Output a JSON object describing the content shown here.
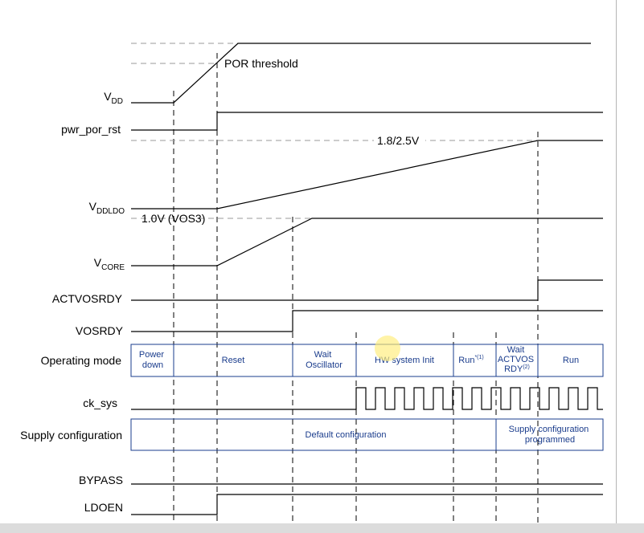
{
  "signals": {
    "vdd": {
      "base": "V",
      "sub": "DD"
    },
    "pwr_por_rst": "pwr_por_rst",
    "vddldo": {
      "base": "V",
      "sub": "DDLDO"
    },
    "vcore": {
      "base": "V",
      "sub": "CORE"
    },
    "actvosrdy": "ACTVOSRDY",
    "vosrdy": "VOSRDY",
    "operating_mode": "Operating mode",
    "ck_sys": "ck_sys",
    "supply_configuration": "Supply configuration",
    "bypass": "BYPASS",
    "ldoen": "LDOEN"
  },
  "annotations": {
    "por_threshold": "POR threshold",
    "vddldo_level": "1.8/2.5V",
    "vcore_level": "1.0V (VOS3)"
  },
  "operating_modes": {
    "power_down": {
      "line1": "Power",
      "line2": "down"
    },
    "reset": "Reset",
    "wait_oscillator": {
      "line1": "Wait",
      "line2": "Oscillator"
    },
    "hw_system_init": "HW system Init",
    "run_first": {
      "text": "Run",
      "sup": "*(1)"
    },
    "wait_actvosrdy": {
      "line1": "Wait",
      "line2": "ACTVOS",
      "line3": "RDY",
      "sup": "(2)"
    },
    "run": "Run"
  },
  "supply_configuration_states": {
    "default": "Default configuration",
    "programmed_line1": "Supply configuration",
    "programmed_line2": "programmed"
  },
  "colors": {
    "signal": "#000000",
    "mode_box": "#1a3c8c",
    "guide": "#9a9a9a",
    "cursor_highlight": "#ffec78"
  }
}
